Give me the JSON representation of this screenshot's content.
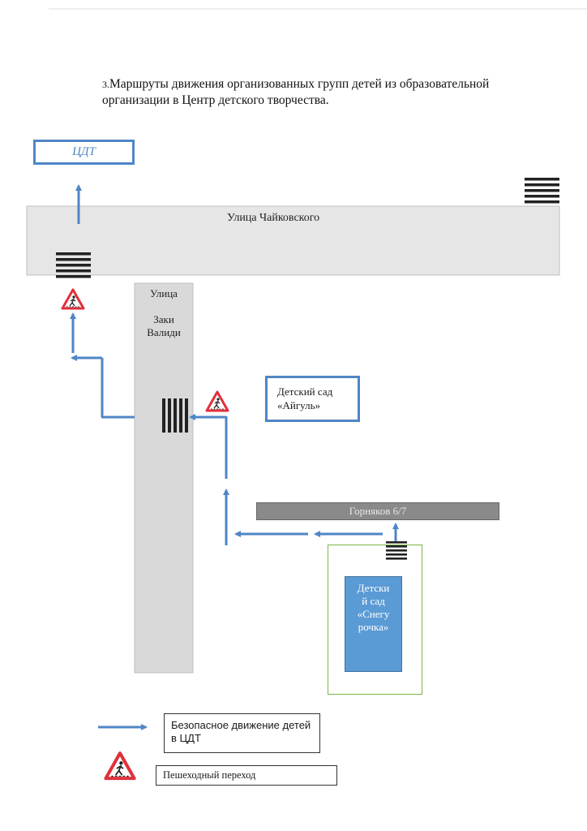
{
  "title": {
    "number": "3.",
    "line1": "Маршруты движения организованных групп детей из образовательной",
    "line2": "организации в Центр детского творчества."
  },
  "places": {
    "cdt": "ЦДТ",
    "street_main": "Улица Чайковского",
    "street_vertical": [
      "Улица",
      "Заки",
      "Валиди"
    ],
    "kindergarten1": [
      "Детский сад",
      "«Айгуль»"
    ],
    "gornyakov": "Горняков 6/7",
    "kindergarten2": [
      "Детски",
      "й сад",
      "«Снегу",
      "рочка»"
    ]
  },
  "legend": {
    "route_line1": "Безопасное движение детей",
    "route_line2": "в ЦДТ",
    "crossing": "Пешеходный переход"
  },
  "colors": {
    "route": "#4f86c6",
    "road": "#e6e6e6",
    "sign_red": "#e0303a",
    "kindergarten_fill": "#5b9bd5",
    "yard_border": "#7ab648"
  },
  "icons": {
    "crosswalk": "zebra-crossing-icon",
    "sign": "pedestrian-crossing-sign-icon"
  }
}
